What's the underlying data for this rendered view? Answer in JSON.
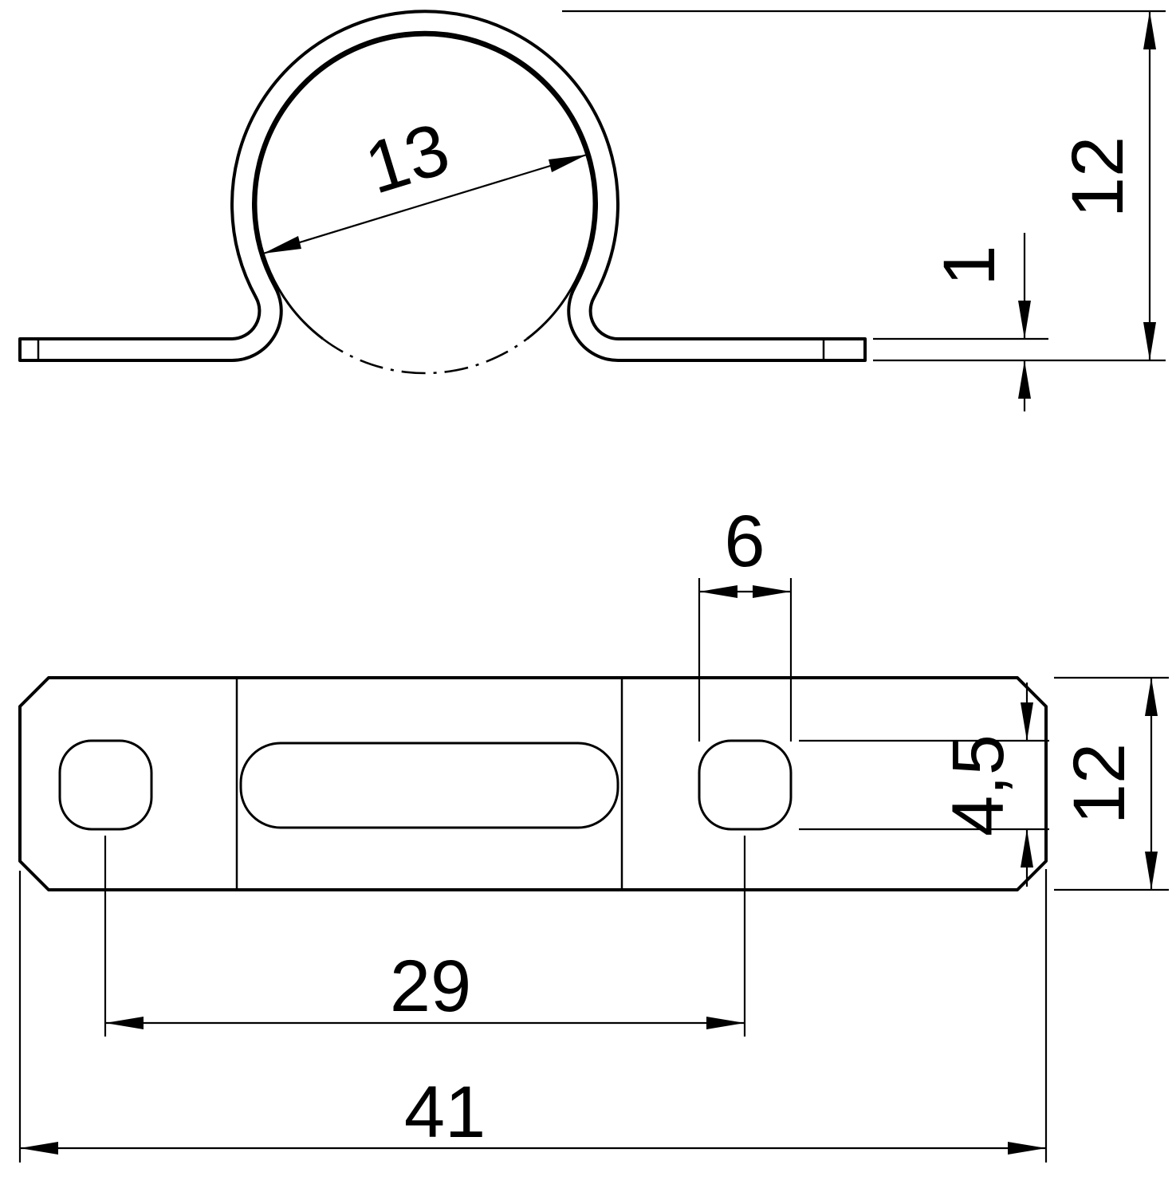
{
  "drawing": {
    "type": "technical-dimension-drawing",
    "views": {
      "side": {
        "name": "side-view-saddle-clamp",
        "dimensions": {
          "pipe_diameter": "13",
          "overall_height": "12",
          "material_thickness": "1"
        }
      },
      "plan": {
        "name": "plan-view-base-plate",
        "dimensions": {
          "hole_width": "6",
          "hole_length": "4,5",
          "plate_width": "12",
          "hole_spacing": "29",
          "overall_length": "41"
        }
      }
    },
    "colors": {
      "line": "#000000",
      "background": "#ffffff"
    }
  }
}
